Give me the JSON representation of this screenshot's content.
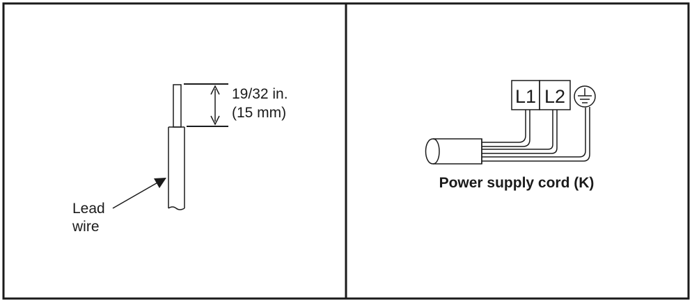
{
  "left_panel": {
    "measurement_fraction": "19/32 in.",
    "measurement_metric": "(15 mm)",
    "lead_wire_label_line1": "Lead",
    "lead_wire_label_line2": "wire"
  },
  "right_panel": {
    "terminal_l1": "L1",
    "terminal_l2": "L2",
    "ground_symbol": "ground-icon",
    "cord_caption": "Power supply cord (K)"
  },
  "colors": {
    "line": "#1a1a1a",
    "background": "#ffffff"
  }
}
